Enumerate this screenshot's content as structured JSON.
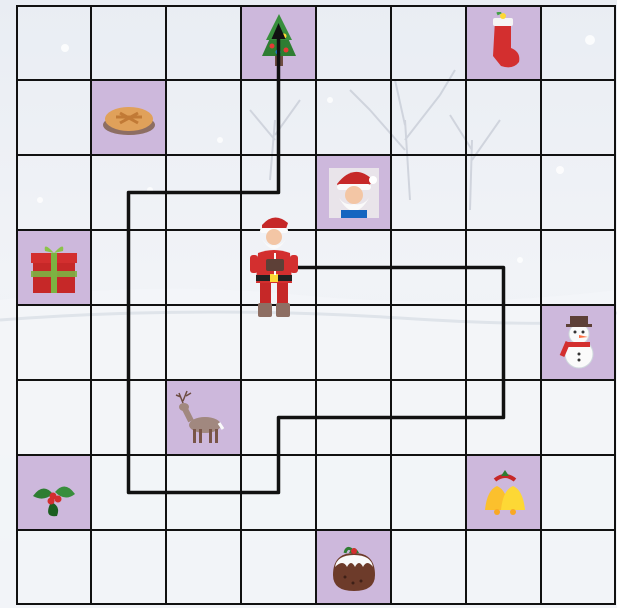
{
  "board": {
    "rows": 8,
    "cols": 8,
    "highlight_color": "#cdb8dc",
    "items": [
      {
        "row": 0,
        "col": 3,
        "icon": "christmas-tree-icon"
      },
      {
        "row": 0,
        "col": 6,
        "icon": "stocking-icon"
      },
      {
        "row": 1,
        "col": 1,
        "icon": "mince-pie-icon"
      },
      {
        "row": 2,
        "col": 4,
        "icon": "santa-face-icon"
      },
      {
        "row": 3,
        "col": 0,
        "icon": "gift-box-icon"
      },
      {
        "row": 4,
        "col": 7,
        "icon": "snowman-icon"
      },
      {
        "row": 5,
        "col": 2,
        "icon": "reindeer-icon"
      },
      {
        "row": 6,
        "col": 0,
        "icon": "holly-icon"
      },
      {
        "row": 6,
        "col": 6,
        "icon": "bells-icon"
      },
      {
        "row": 7,
        "col": 4,
        "icon": "christmas-pudding-icon"
      }
    ],
    "player": {
      "row": 3,
      "col": 3,
      "icon": "santa-player-icon"
    },
    "route": {
      "waypoints": [
        [
          3.5,
          3.5
        ],
        [
          6.5,
          3.5
        ],
        [
          6.5,
          5.5
        ],
        [
          3.5,
          5.5
        ],
        [
          3.5,
          6.5
        ],
        [
          1.5,
          6.5
        ],
        [
          1.5,
          2.5
        ],
        [
          3.5,
          2.5
        ],
        [
          3.5,
          0.4
        ]
      ],
      "end_marker": "arrow-up-icon"
    }
  }
}
